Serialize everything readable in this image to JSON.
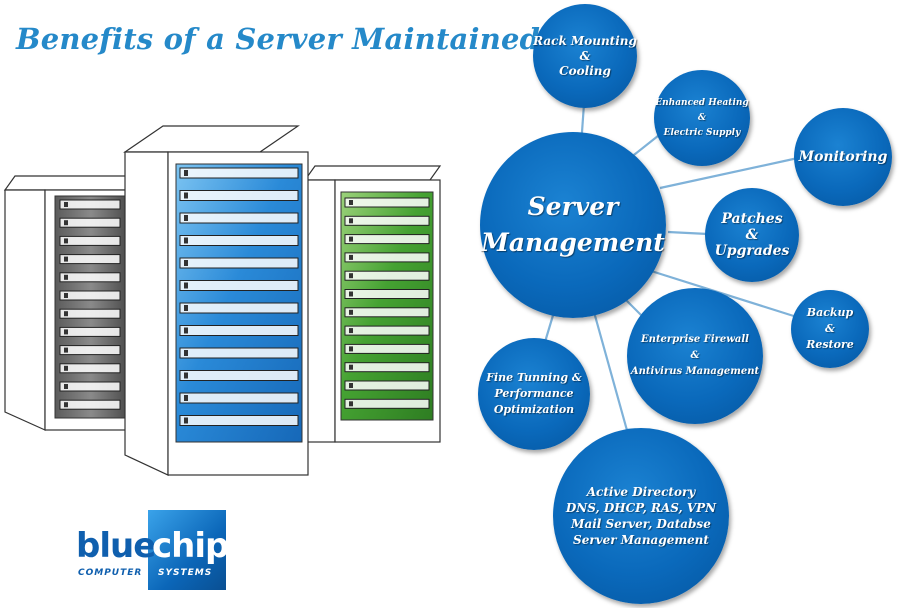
{
  "title": "Benefits of a Server Maintained",
  "center": {
    "label_line1": "Server",
    "label_line2": "Management"
  },
  "nodes": [
    {
      "id": "rack-mounting",
      "lines": [
        "Rack Mounting",
        "&",
        "Cooling"
      ]
    },
    {
      "id": "enhanced-heating",
      "lines": [
        "Enhanced Heating",
        "&",
        "Electric Supply"
      ]
    },
    {
      "id": "monitoring",
      "lines": [
        "Monitoring"
      ]
    },
    {
      "id": "patches",
      "lines": [
        "Patches",
        "&",
        "Upgrades"
      ]
    },
    {
      "id": "backup",
      "lines": [
        "Backup",
        "&",
        "Restore"
      ]
    },
    {
      "id": "firewall",
      "lines": [
        "Enterprise Firewall",
        "&",
        "Antivirus Management"
      ]
    },
    {
      "id": "fine-tuning",
      "lines": [
        "Fine Tunning &",
        "Performance",
        "Optimization"
      ]
    },
    {
      "id": "active-directory",
      "lines": [
        "Active Directory",
        "DNS, DHCP, RAS, VPN",
        "Mail Server, Databse",
        "Server Management"
      ]
    }
  ],
  "logo": {
    "blue": "blue",
    "chip": "chip",
    "computer": "COMPUTER",
    "systems": "SYSTEMS"
  },
  "colors": {
    "title": "#2589c9",
    "bubble": "#0a69bb",
    "connector": "#7fb2d9",
    "rack_gray": "#6f6f6f",
    "rack_blue": "#2a8ad8",
    "rack_green": "#3f9a2c"
  }
}
